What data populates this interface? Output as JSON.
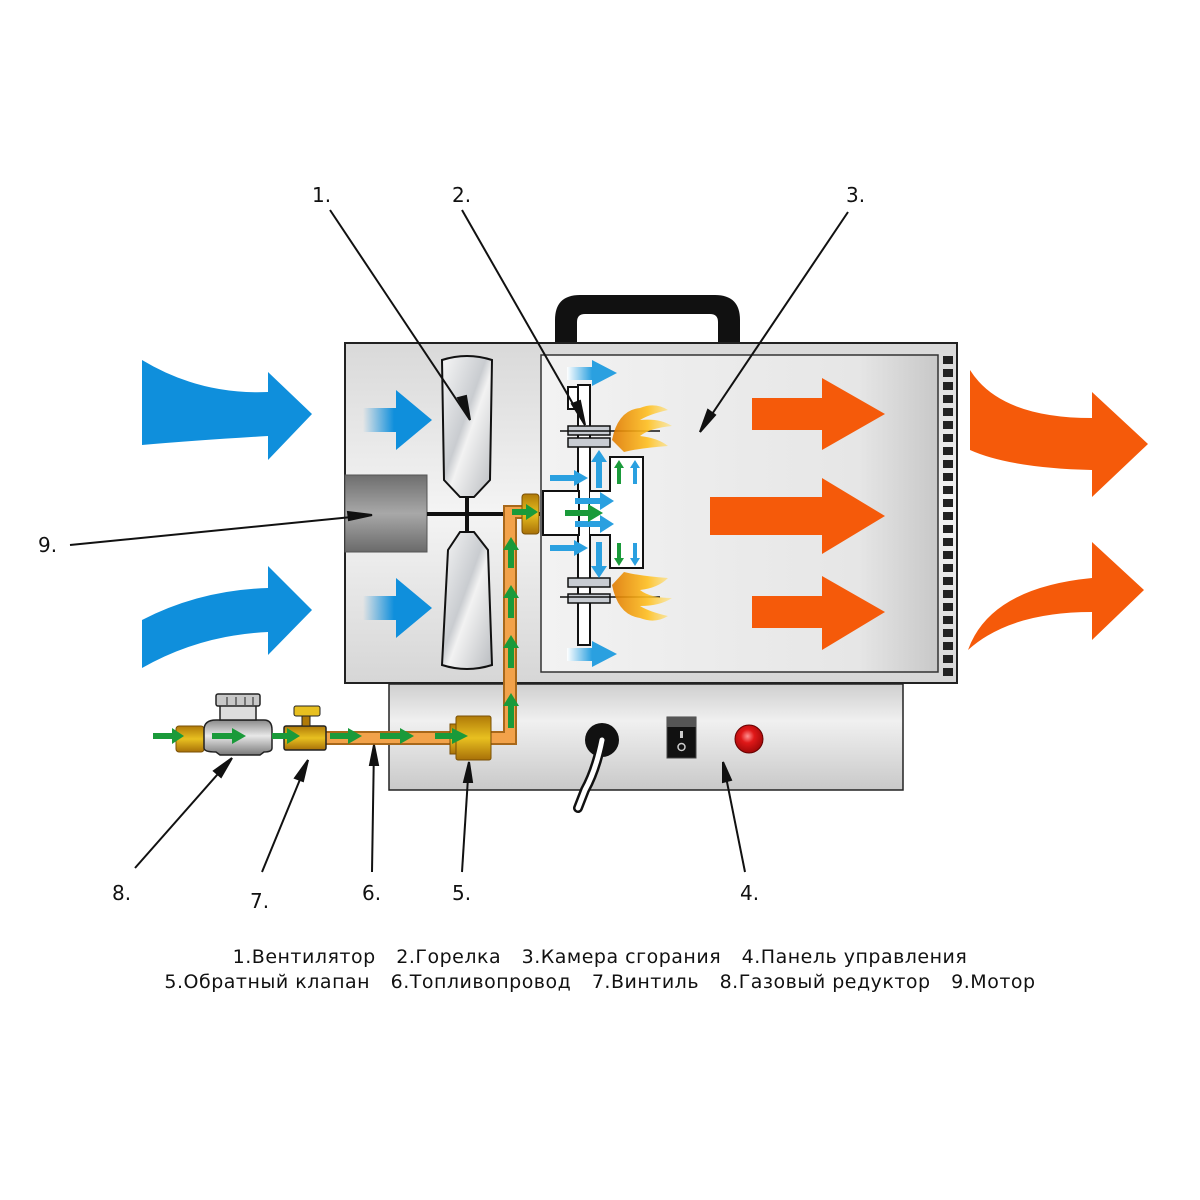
{
  "title": "Схема газовой тепловой пушки",
  "callouts": [
    {
      "number": "1.",
      "label": "Вентилятор"
    },
    {
      "number": "2.",
      "label": "Горелка"
    },
    {
      "number": "3.",
      "label": "Камера сгорания"
    },
    {
      "number": "4.",
      "label": "Панель управления"
    },
    {
      "number": "5.",
      "label": "Обратный клапан"
    },
    {
      "number": "6.",
      "label": "Топливопровод"
    },
    {
      "number": "7.",
      "label": "Винтиль"
    },
    {
      "number": "8.",
      "label": "Газовый редуктор"
    },
    {
      "number": "9.",
      "label": "Мотор"
    }
  ],
  "legend_lines": [
    [
      "1.Вентилятор",
      "2.Горелка",
      "3.Камера сгорания",
      "4.Панель управления"
    ],
    [
      "5.Обратный клапан",
      "6.Топливопровод",
      "7.Винтиль",
      "8.Газовый редуктор",
      "9.Мотор"
    ]
  ],
  "colors": {
    "cold_air": "#0f8fdc",
    "hot_air": "#f55a0a",
    "gas_flow": "#1a9a3a",
    "fuel_pipe": "#f2a24a",
    "brass": "#c8920e",
    "housing": "#e6e6e6",
    "indicator": "#d61818"
  }
}
